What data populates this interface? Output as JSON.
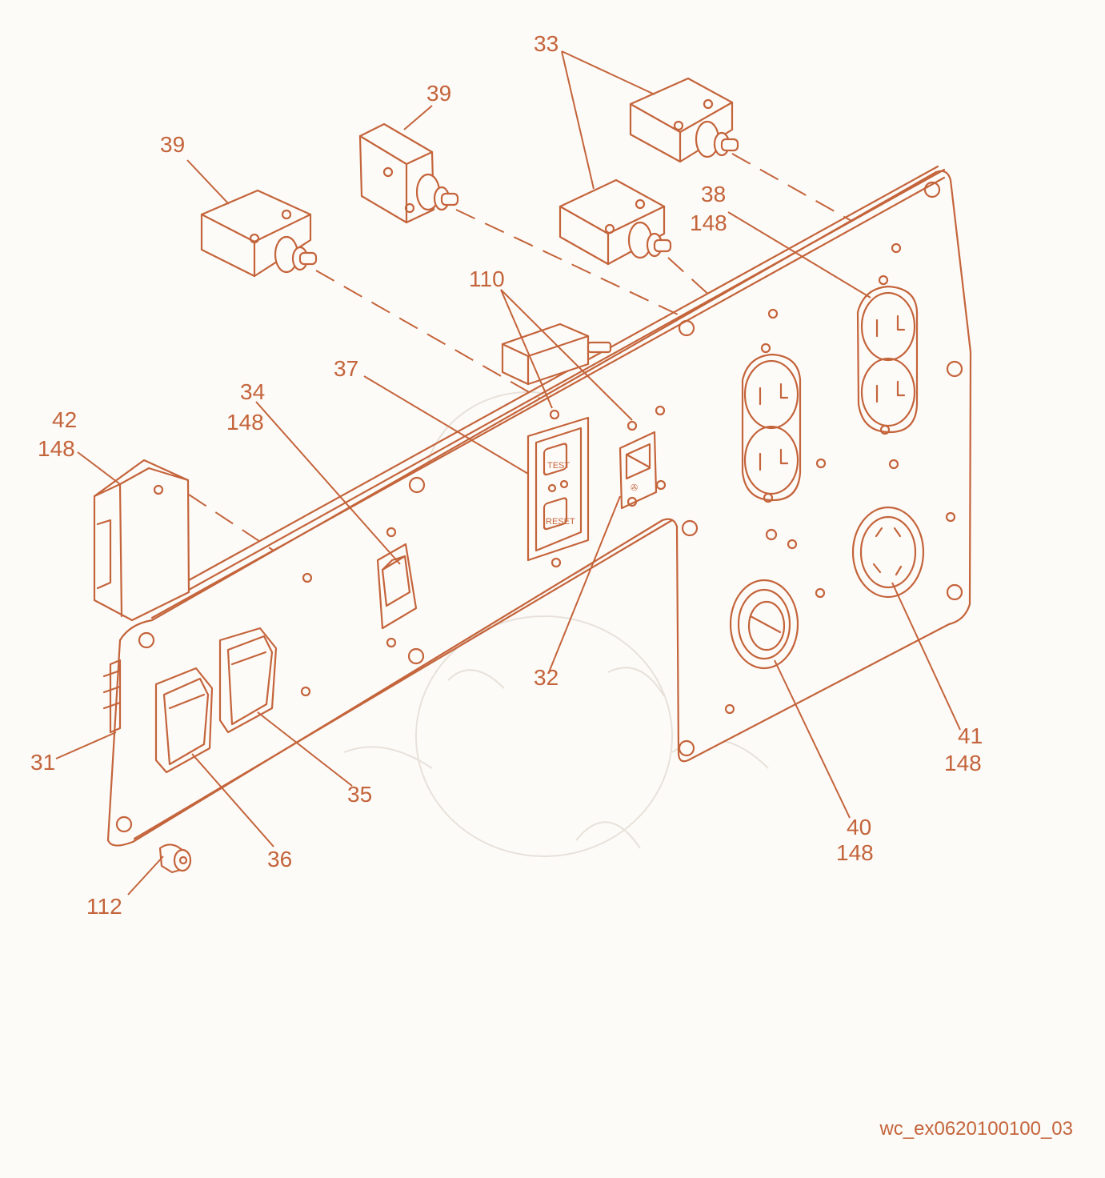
{
  "labels": {
    "l33": "33",
    "l39a": "39",
    "l39b": "39",
    "l38": "38",
    "l38q": "148",
    "l110": "110",
    "l37": "37",
    "l34": "34",
    "l34q": "148",
    "l42": "42",
    "l42q": "148",
    "l32": "32",
    "l31": "31",
    "l35": "35",
    "l36": "36",
    "l112": "112",
    "l40": "40",
    "l40q": "148",
    "l41": "41",
    "l41q": "148"
  },
  "gfci": {
    "test": "TEST",
    "reset": "RESET"
  },
  "drawing_ref": "wc_ex0620100100_03",
  "colors": {
    "line": "#c4643b",
    "background": "#fcfbf8",
    "watermark": "#e8e1da"
  }
}
